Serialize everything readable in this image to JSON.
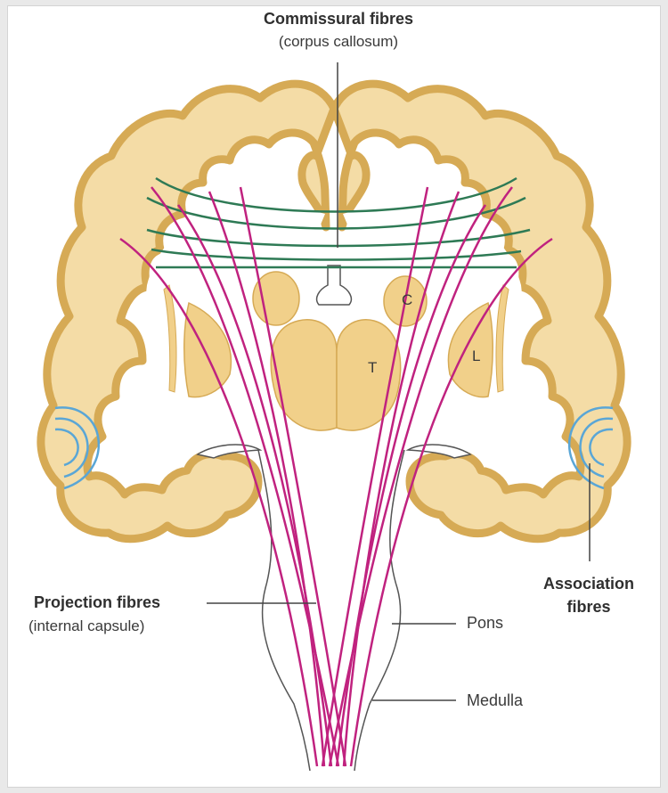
{
  "labels": {
    "commissural_title": "Commissural fibres",
    "commissural_sub": "(corpus callosum)",
    "projection_title": "Projection fibres",
    "projection_sub": "(internal capsule)",
    "association_line1": "Association",
    "association_line2": "fibres",
    "pons": "Pons",
    "medulla": "Medulla",
    "caudate": "C",
    "thalamus": "T",
    "lentiform": "L"
  },
  "colors": {
    "cortex_fill": "#f4dca6",
    "cortex_stroke": "#d6aa55",
    "nucleus_fill": "#f1d08a",
    "commissural": "#2e7a55",
    "projection": "#c0227f",
    "association": "#5aa6d6",
    "outline": "#4a4a4a"
  }
}
